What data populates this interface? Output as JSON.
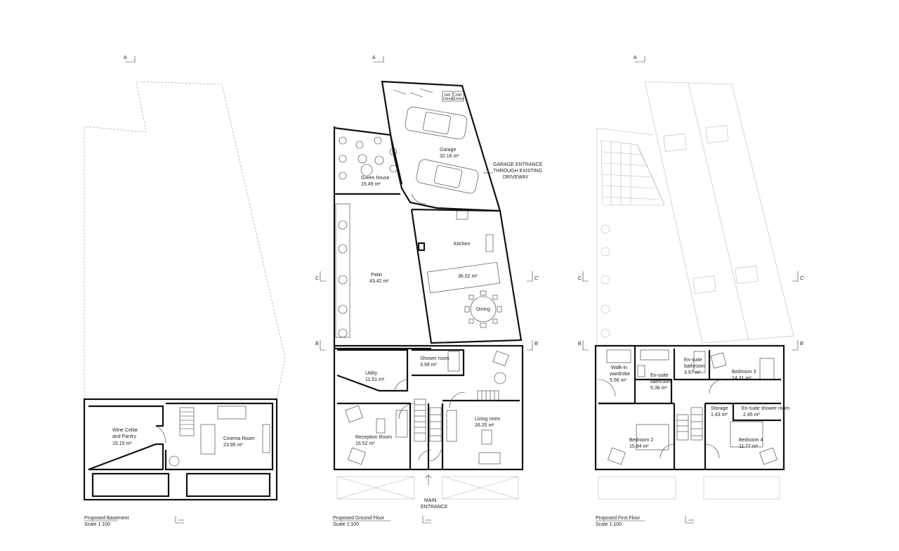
{
  "section_markers": {
    "a": "A",
    "b": "B",
    "b_prime": "B'",
    "c": "C",
    "c_prime": "C'"
  },
  "basement": {
    "rooms": [
      {
        "name": "Wine Cellar\nand Pantry",
        "area": "15.15 m²"
      },
      {
        "name": "Cinema Room",
        "area": "23.95 m²"
      }
    ],
    "caption": "Proposed Basement",
    "scale": "Scale 1:100"
  },
  "ground": {
    "rooms": [
      {
        "name": "Garage",
        "area": "32.16 m²"
      },
      {
        "name": "Green house",
        "area": "15.49 m²"
      },
      {
        "name": "Kitchen",
        "area": ""
      },
      {
        "name": "Patio",
        "area": "43.42 m²"
      },
      {
        "name": "",
        "area": "36.02 m²"
      },
      {
        "name": "Dining",
        "area": ""
      },
      {
        "name": "Shower room",
        "area": "3.99 m²"
      },
      {
        "name": "Utility",
        "area": "11.51 m²"
      },
      {
        "name": "Living room",
        "area": "26.25 m²"
      },
      {
        "name": "Reception Room",
        "area": "16.52 m²"
      }
    ],
    "bins": [
      "240\nLitres",
      "240\nLitres"
    ],
    "note_garage": [
      "GARAGE ENTRANCE",
      "THROUGH EXISTING",
      "DRIVEWAY"
    ],
    "note_entrance": [
      "MAIN",
      "ENTRANCE"
    ],
    "caption": "Proposed Ground Floor",
    "scale": "Scale 1:100"
  },
  "first": {
    "rooms": [
      {
        "name": "Walk-in\nwardrobe",
        "area": "5.56 m²"
      },
      {
        "name": "En-suite\nbathroom",
        "area": "5.38 m²"
      },
      {
        "name": "En-suite\nbathroom",
        "area": "3.97 m²"
      },
      {
        "name": "Bedroom 3",
        "area": "14.31 m²"
      },
      {
        "name": "Storage",
        "area": "1.43 m²"
      },
      {
        "name": "En-suite shower room",
        "area": "2.45 m²"
      },
      {
        "name": "Bedroom 2",
        "area": "15.84 m²"
      },
      {
        "name": "Bedroom 4",
        "area": "11.77 m²"
      }
    ],
    "caption": "Proposed First Floor",
    "scale": "Scale 1:100"
  }
}
